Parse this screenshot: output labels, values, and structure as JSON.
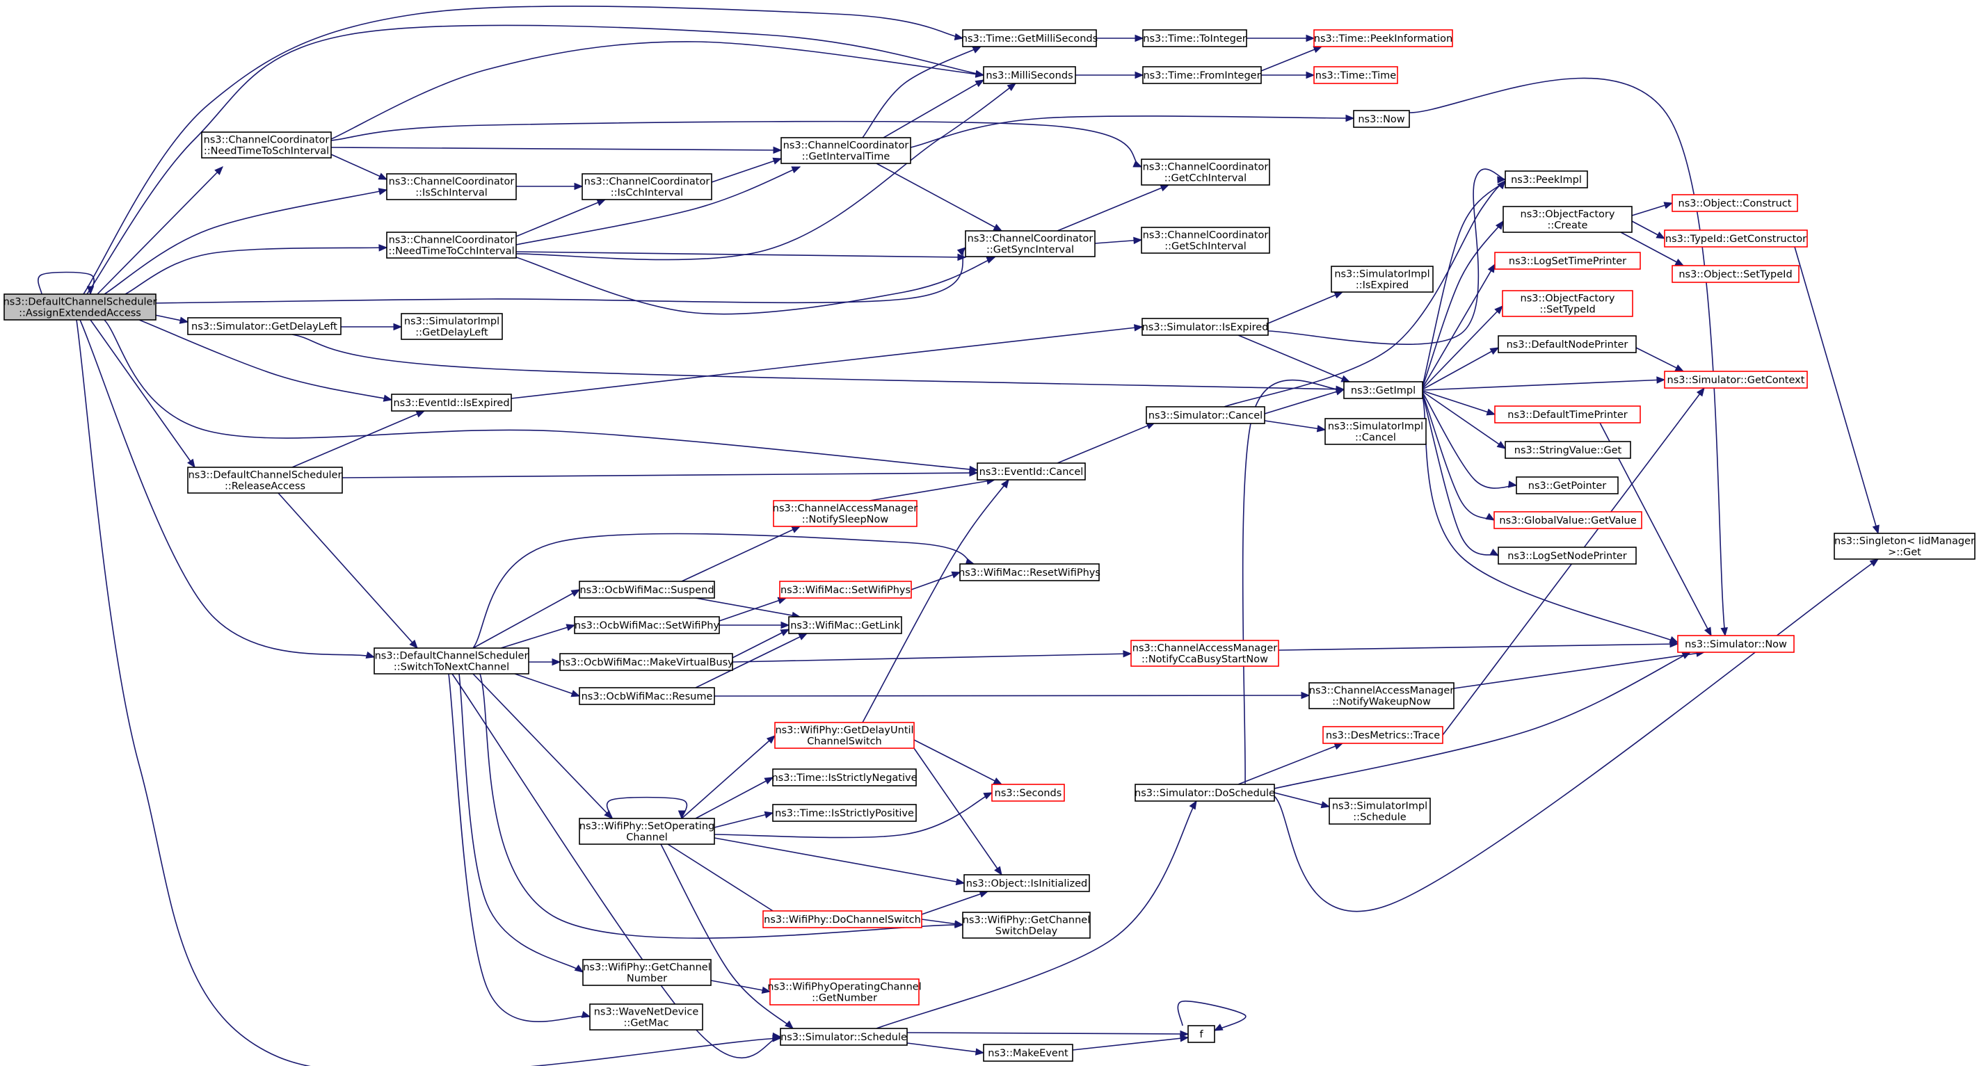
{
  "nodes": [
    {
      "id": "assign",
      "lines": [
        "ns3::DefaultChannelScheduler",
        "::AssignExtendedAccess"
      ],
      "style": "gray"
    },
    {
      "id": "needSch",
      "lines": [
        "ns3::ChannelCoordinator",
        "::NeedTimeToSchInterval"
      ],
      "style": "normal"
    },
    {
      "id": "isSch",
      "lines": [
        "ns3::ChannelCoordinator",
        "::IsSchInterval"
      ],
      "style": "normal"
    },
    {
      "id": "needCch",
      "lines": [
        "ns3::ChannelCoordinator",
        "::NeedTimeToCchInterval"
      ],
      "style": "normal"
    },
    {
      "id": "getDelayLeft",
      "lines": [
        "ns3::Simulator::GetDelayLeft"
      ],
      "style": "normal"
    },
    {
      "id": "eventIsExpired",
      "lines": [
        "ns3::EventId::IsExpired"
      ],
      "style": "normal"
    },
    {
      "id": "release",
      "lines": [
        "ns3::DefaultChannelScheduler",
        "::ReleaseAccess"
      ],
      "style": "normal"
    },
    {
      "id": "switchNext",
      "lines": [
        "ns3::DefaultChannelScheduler",
        "::SwitchToNextChannel"
      ],
      "style": "normal"
    },
    {
      "id": "timeGetMs",
      "lines": [
        "ns3::Time::GetMilliSeconds"
      ],
      "style": "normal"
    },
    {
      "id": "ms",
      "lines": [
        "ns3::MilliSeconds"
      ],
      "style": "normal"
    },
    {
      "id": "getIntervalTime",
      "lines": [
        "ns3::ChannelCoordinator",
        "::GetIntervalTime"
      ],
      "style": "normal"
    },
    {
      "id": "isCch",
      "lines": [
        "ns3::ChannelCoordinator",
        "::IsCchInterval"
      ],
      "style": "normal"
    },
    {
      "id": "getSync",
      "lines": [
        "ns3::ChannelCoordinator",
        "::GetSyncInterval"
      ],
      "style": "normal"
    },
    {
      "id": "siGetDelayLeft",
      "lines": [
        "ns3::SimulatorImpl",
        "::GetDelayLeft"
      ],
      "style": "normal"
    },
    {
      "id": "timeToInteger",
      "lines": [
        "ns3::Time::ToInteger"
      ],
      "style": "normal"
    },
    {
      "id": "timeFromInteger",
      "lines": [
        "ns3::Time::FromInteger"
      ],
      "style": "normal"
    },
    {
      "id": "peekInfo",
      "lines": [
        "ns3::Time::PeekInformation"
      ],
      "style": "red"
    },
    {
      "id": "timeTime",
      "lines": [
        "ns3::Time::Time"
      ],
      "style": "red"
    },
    {
      "id": "now",
      "lines": [
        "ns3::Now"
      ],
      "style": "normal"
    },
    {
      "id": "getCch",
      "lines": [
        "ns3::ChannelCoordinator",
        "::GetCchInterval"
      ],
      "style": "normal"
    },
    {
      "id": "getSchInt",
      "lines": [
        "ns3::ChannelCoordinator",
        "::GetSchInterval"
      ],
      "style": "normal"
    },
    {
      "id": "simIsExpired",
      "lines": [
        "ns3::Simulator::IsExpired"
      ],
      "style": "normal"
    },
    {
      "id": "siIsExpired",
      "lines": [
        "ns3::SimulatorImpl",
        "::IsExpired"
      ],
      "style": "normal"
    },
    {
      "id": "getImpl",
      "lines": [
        "ns3::GetImpl"
      ],
      "style": "normal"
    },
    {
      "id": "simCancel",
      "lines": [
        "ns3::Simulator::Cancel"
      ],
      "style": "normal"
    },
    {
      "id": "siCancel",
      "lines": [
        "ns3::SimulatorImpl",
        "::Cancel"
      ],
      "style": "normal"
    },
    {
      "id": "eventCancel",
      "lines": [
        "ns3::EventId::Cancel"
      ],
      "style": "normal"
    },
    {
      "id": "camSleep",
      "lines": [
        "ns3::ChannelAccessManager",
        "::NotifySleepNow"
      ],
      "style": "red"
    },
    {
      "id": "ocbSuspend",
      "lines": [
        "ns3::OcbWifiMac::Suspend"
      ],
      "style": "normal"
    },
    {
      "id": "ocbSetPhy",
      "lines": [
        "ns3::OcbWifiMac::SetWifiPhy"
      ],
      "style": "normal"
    },
    {
      "id": "ocbBusy",
      "lines": [
        "ns3::OcbWifiMac::MakeVirtualBusy"
      ],
      "style": "normal"
    },
    {
      "id": "ocbResume",
      "lines": [
        "ns3::OcbWifiMac::Resume"
      ],
      "style": "normal"
    },
    {
      "id": "macSetPhys",
      "lines": [
        "ns3::WifiMac::SetWifiPhys"
      ],
      "style": "red"
    },
    {
      "id": "macResetPhys",
      "lines": [
        "ns3::WifiMac::ResetWifiPhys"
      ],
      "style": "normal"
    },
    {
      "id": "macGetLink",
      "lines": [
        "ns3::WifiMac::GetLink"
      ],
      "style": "normal"
    },
    {
      "id": "camCcaBusy",
      "lines": [
        "ns3::ChannelAccessManager",
        "::NotifyCcaBusyStartNow"
      ],
      "style": "red"
    },
    {
      "id": "camWakeup",
      "lines": [
        "ns3::ChannelAccessManager",
        "::NotifyWakeupNow"
      ],
      "style": "normal"
    },
    {
      "id": "phyDelaySwitch",
      "lines": [
        "ns3::WifiPhy::GetDelayUntil",
        "ChannelSwitch"
      ],
      "style": "red"
    },
    {
      "id": "isNeg",
      "lines": [
        "ns3::Time::IsStrictlyNegative"
      ],
      "style": "normal"
    },
    {
      "id": "isPos",
      "lines": [
        "ns3::Time::IsStrictlyPositive"
      ],
      "style": "normal"
    },
    {
      "id": "seconds",
      "lines": [
        "ns3::Seconds"
      ],
      "style": "red"
    },
    {
      "id": "phySetOp",
      "lines": [
        "ns3::WifiPhy::SetOperating",
        "Channel"
      ],
      "style": "normal"
    },
    {
      "id": "objIsInit",
      "lines": [
        "ns3::Object::IsInitialized"
      ],
      "style": "normal"
    },
    {
      "id": "phyDoSwitch",
      "lines": [
        "ns3::WifiPhy::DoChannelSwitch"
      ],
      "style": "red"
    },
    {
      "id": "phySwitchDelay",
      "lines": [
        "ns3::WifiPhy::GetChannel",
        "SwitchDelay"
      ],
      "style": "normal"
    },
    {
      "id": "phyGetNumber",
      "lines": [
        "ns3::WifiPhy::GetChannel",
        "Number"
      ],
      "style": "normal"
    },
    {
      "id": "opChGetNumber",
      "lines": [
        "ns3::WifiPhyOperatingChannel",
        "::GetNumber"
      ],
      "style": "red"
    },
    {
      "id": "waveGetMac",
      "lines": [
        "ns3::WaveNetDevice",
        "::GetMac"
      ],
      "style": "normal"
    },
    {
      "id": "simSchedule",
      "lines": [
        "ns3::Simulator::Schedule"
      ],
      "style": "normal"
    },
    {
      "id": "makeEvent",
      "lines": [
        "ns3::MakeEvent"
      ],
      "style": "normal"
    },
    {
      "id": "f",
      "lines": [
        "f"
      ],
      "style": "normal"
    },
    {
      "id": "doSchedule",
      "lines": [
        "ns3::Simulator::DoSchedule"
      ],
      "style": "normal"
    },
    {
      "id": "desTrace",
      "lines": [
        "ns3::DesMetrics::Trace"
      ],
      "style": "red"
    },
    {
      "id": "siSchedule",
      "lines": [
        "ns3::SimulatorImpl",
        "::Schedule"
      ],
      "style": "normal"
    },
    {
      "id": "peekImpl",
      "lines": [
        "ns3::PeekImpl"
      ],
      "style": "normal"
    },
    {
      "id": "objFactCreate",
      "lines": [
        "ns3::ObjectFactory",
        "::Create"
      ],
      "style": "normal"
    },
    {
      "id": "logSetTime",
      "lines": [
        "ns3::LogSetTimePrinter"
      ],
      "style": "red"
    },
    {
      "id": "objFactSetType",
      "lines": [
        "ns3::ObjectFactory",
        "::SetTypeId"
      ],
      "style": "red"
    },
    {
      "id": "defNodePrinter",
      "lines": [
        "ns3::DefaultNodePrinter"
      ],
      "style": "normal"
    },
    {
      "id": "defTimePrinter",
      "lines": [
        "ns3::DefaultTimePrinter"
      ],
      "style": "red"
    },
    {
      "id": "strValGet",
      "lines": [
        "ns3::StringValue::Get"
      ],
      "style": "normal"
    },
    {
      "id": "getPointer",
      "lines": [
        "ns3::GetPointer"
      ],
      "style": "normal"
    },
    {
      "id": "globalGet",
      "lines": [
        "ns3::GlobalValue::GetValue"
      ],
      "style": "red"
    },
    {
      "id": "logSetNode",
      "lines": [
        "ns3::LogSetNodePrinter"
      ],
      "style": "normal"
    },
    {
      "id": "objConstruct",
      "lines": [
        "ns3::Object::Construct"
      ],
      "style": "red"
    },
    {
      "id": "typeGetCtor",
      "lines": [
        "ns3::TypeId::GetConstructor"
      ],
      "style": "red"
    },
    {
      "id": "objSetType",
      "lines": [
        "ns3::Object::SetTypeId"
      ],
      "style": "red"
    },
    {
      "id": "simGetContext",
      "lines": [
        "ns3::Simulator::GetContext"
      ],
      "style": "red"
    },
    {
      "id": "simNow",
      "lines": [
        "ns3::Simulator::Now"
      ],
      "style": "red"
    },
    {
      "id": "singletonGet",
      "lines": [
        "ns3::Singleton< IidManager",
        ">::Get"
      ],
      "style": "normal"
    }
  ]
}
